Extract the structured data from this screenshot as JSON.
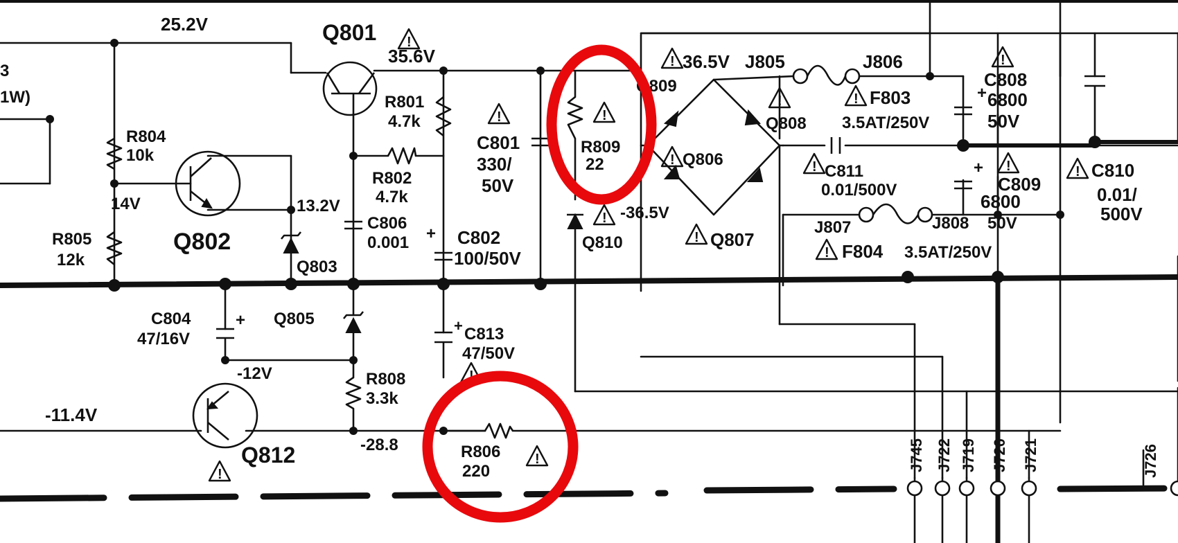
{
  "schematic": {
    "voltages": {
      "v_25_2": "25.2V",
      "v_35_6": "35.6V",
      "v_36_5_top": "36.5V",
      "v_36_5_bottom": "-36.5V",
      "v_14": "14V",
      "v_13_2": "13.2V",
      "v_neg12": "-12V",
      "v_neg11_4": "-11.4V",
      "v_neg28_8": "-28.8"
    },
    "transistors": {
      "q801": "Q801",
      "q802": "Q802",
      "q812": "Q812"
    },
    "diodes": {
      "q803": "Q803",
      "q805": "Q805",
      "q806": "Q806",
      "q807": "Q807",
      "q808": "Q808",
      "q809": "Q809",
      "q810": "Q810"
    },
    "resistors": {
      "r801_name": "R801",
      "r801_value": "4.7k",
      "r802_name": "R802",
      "r802_value": "4.7k",
      "r804_name": "R804",
      "r804_value": "10k",
      "r805_name": "R805",
      "r805_value": "12k",
      "r806_name": "R806",
      "r806_value": "220",
      "r808_name": "R808",
      "r808_value": "3.3k",
      "r809_name": "R809",
      "r809_value": "22"
    },
    "capacitors": {
      "c801_name": "C801",
      "c801_value_a": "330/",
      "c801_value_b": "50V",
      "c802_name": "C802",
      "c802_value": "100/50V",
      "c804_name": "C804",
      "c804_value": "47/16V",
      "c806_name": "C806",
      "c806_value": "0.001",
      "c808_name": "C808",
      "c808_value_a": "6800",
      "c808_value_b": "50V",
      "c809_name": "C809",
      "c809_value_a": "6800",
      "c809_value_b": "50V",
      "c810_name": "C810",
      "c810_value_a": "0.01/",
      "c810_value_b": "500V",
      "c811_name": "C811",
      "c811_value": "0.01/500V",
      "c813_name": "C813",
      "c813_value": "47/50V"
    },
    "fuses": {
      "f803_name": "F803",
      "f803_value": "3.5AT/250V",
      "f804_name": "F804",
      "f804_value": "3.5AT/250V"
    },
    "connectors": {
      "j805": "J805",
      "j806": "J806",
      "j807": "J807",
      "j808": "J808",
      "j745": "J745",
      "j722": "J722",
      "j719": "J719",
      "j720": "J720",
      "j721": "J721",
      "j726": "J726"
    },
    "edge_fragments": {
      "left_top": "3",
      "left_power": "1W)"
    },
    "annotation_color": "#e8090d",
    "highlighted_components": [
      "R809",
      "R806"
    ]
  }
}
